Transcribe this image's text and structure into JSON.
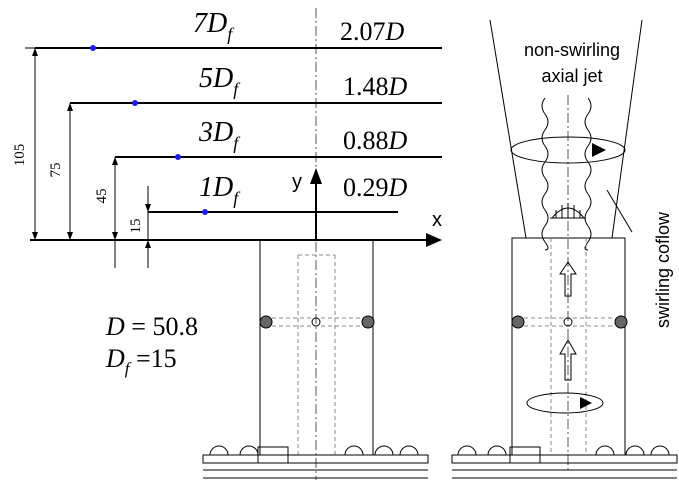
{
  "stations": [
    {
      "label": "7D",
      "sub": "f",
      "value": "2.07",
      "unit": "D",
      "dim": "105"
    },
    {
      "label": "5D",
      "sub": "f",
      "value": "1.48",
      "unit": "D",
      "dim": "75"
    },
    {
      "label": "3D",
      "sub": "f",
      "value": "0.88",
      "unit": "D",
      "dim": "45"
    },
    {
      "label": "1D",
      "sub": "f",
      "value": "0.29",
      "unit": "D",
      "dim": "15"
    }
  ],
  "axes": {
    "x": "x",
    "y": "y"
  },
  "params": {
    "line1": {
      "sym": "D",
      "eq": " = 50.8"
    },
    "line2": {
      "sym": "D",
      "sub": "f",
      "eq": " =15"
    }
  },
  "flow_labels": {
    "jet_line1": "non-swirling",
    "jet_line2": "axial jet",
    "coflow": "swirling coflow"
  },
  "colors": {
    "marker": "#1a1aff",
    "line": "#000000"
  }
}
